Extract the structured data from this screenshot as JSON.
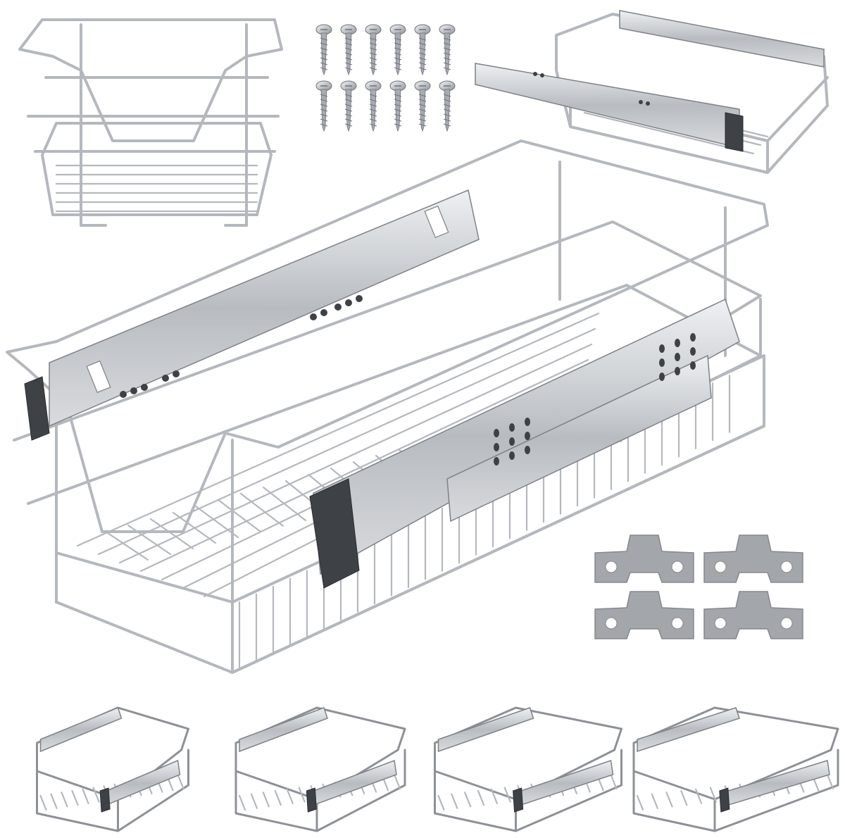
{
  "colors": {
    "background": "#ffffff",
    "wire": "#b4b8be",
    "rail_light": "#d9dbde",
    "rail_dark": "#3e4146",
    "bracket": "#a3a6ab"
  },
  "screws": {
    "rows": 2,
    "per_row": 6
  },
  "brackets": {
    "count": 4
  },
  "size_variants": {
    "count": 4
  }
}
